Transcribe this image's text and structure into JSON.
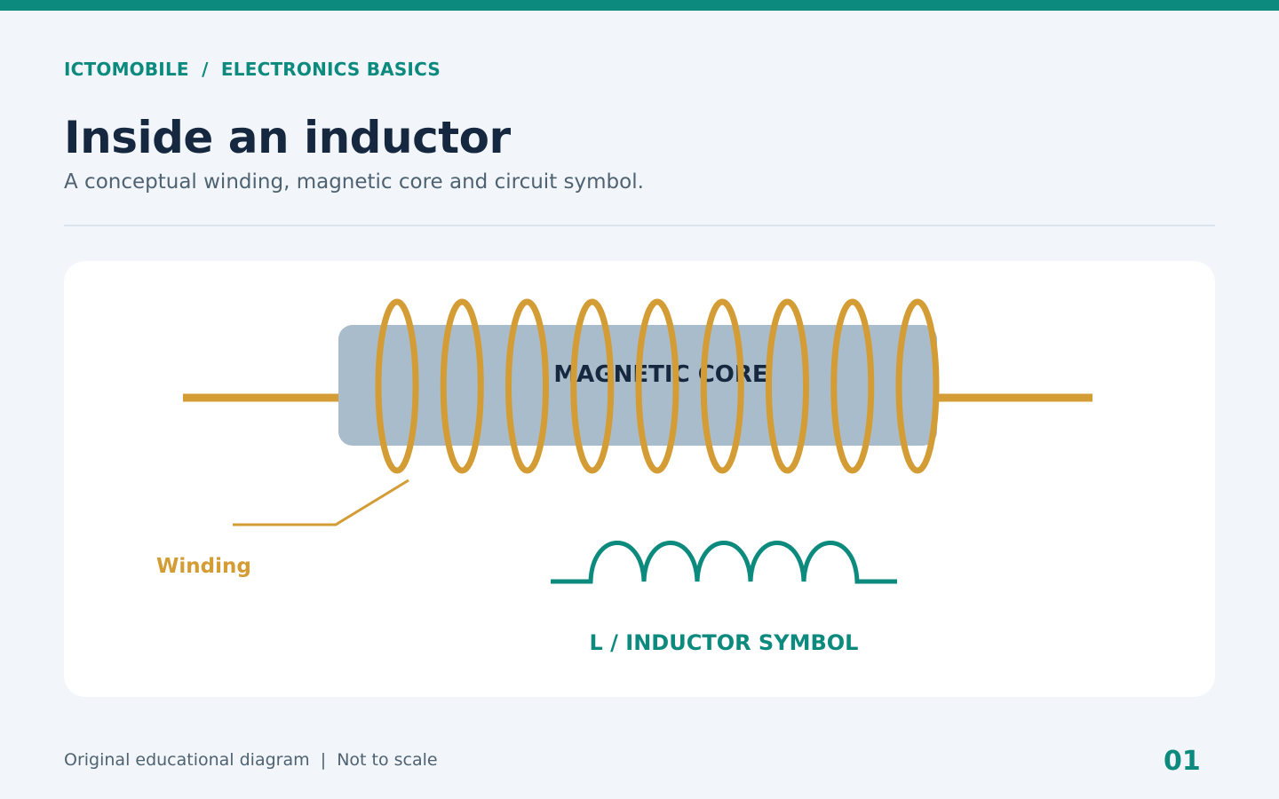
{
  "header": {
    "breadcrumb": "ICTOMOBILE  /  ELECTRONICS BASICS",
    "title": "Inside an inductor",
    "subtitle": "A conceptual winding, magnetic core and circuit symbol."
  },
  "diagram": {
    "core_label": "MAGNETIC CORE",
    "winding_label": "Winding",
    "symbol_label": "L  /  INDUCTOR SYMBOL",
    "turns": 9,
    "symbol_arcs": 5,
    "colors": {
      "accent": "#0b8a7d",
      "copper": "#d49c34",
      "core": "#a8bccb",
      "heading": "#16283f",
      "background": "#f2f6fa"
    }
  },
  "footer": {
    "note": "Original educational diagram  |  Not to scale",
    "page_number": "01"
  }
}
